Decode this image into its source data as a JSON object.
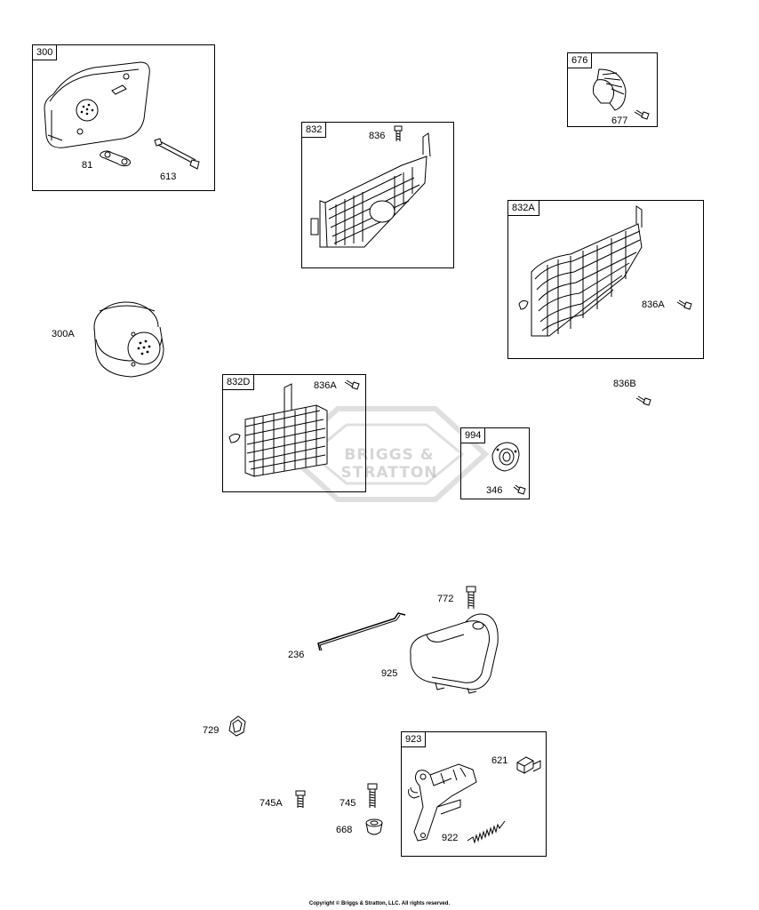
{
  "boxes": {
    "b300": "300",
    "b676": "676",
    "b832": "832",
    "b832a": "832A",
    "b832d": "832D",
    "b994": "994",
    "b923": "923"
  },
  "labels": {
    "p81": "81",
    "p613": "613",
    "p836": "836",
    "p677": "677",
    "p300a": "300A",
    "p836a_1": "836A",
    "p836a_2": "836A",
    "p836b": "836B",
    "p346": "346",
    "p772": "772",
    "p236": "236",
    "p925": "925",
    "p729": "729",
    "p621": "621",
    "p745a": "745A",
    "p745": "745",
    "p668": "668",
    "p922": "922"
  },
  "watermark": "BRIGGS & STRATTON",
  "copyright": "Copyright © Briggs & Stratton, LLC. All rights reserved."
}
